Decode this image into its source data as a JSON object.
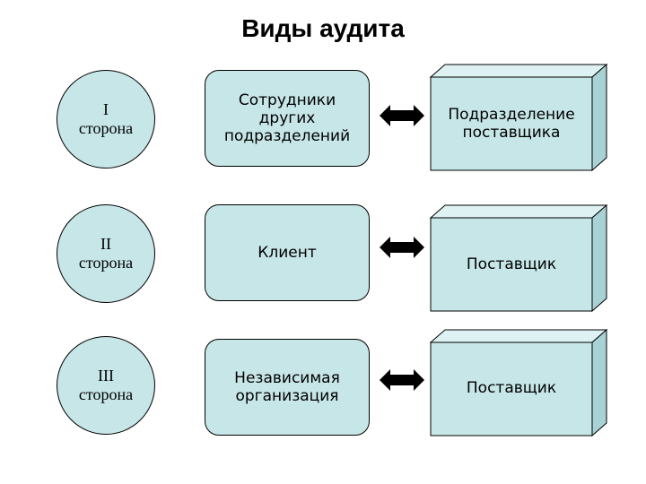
{
  "title": "Виды аудита",
  "rows": [
    {
      "party": [
        "I",
        "сторона"
      ],
      "auditor": [
        "Сотрудники",
        "других",
        "подразделений"
      ],
      "audited": [
        "Подразделение",
        "поставщика"
      ]
    },
    {
      "party": [
        "II",
        "сторона"
      ],
      "auditor": [
        "Клиент"
      ],
      "audited": [
        "Поставщик"
      ]
    },
    {
      "party": [
        "III",
        "сторона"
      ],
      "auditor": [
        "Независимая",
        "организация"
      ],
      "audited": [
        "Поставщик"
      ]
    }
  ],
  "colors": {
    "fill": "#c7e6e8",
    "cube_top": "#dff2f3",
    "cube_side": "#a9d2d5",
    "stroke": "#000000"
  },
  "icons": {
    "connector": "double-arrow-icon"
  }
}
